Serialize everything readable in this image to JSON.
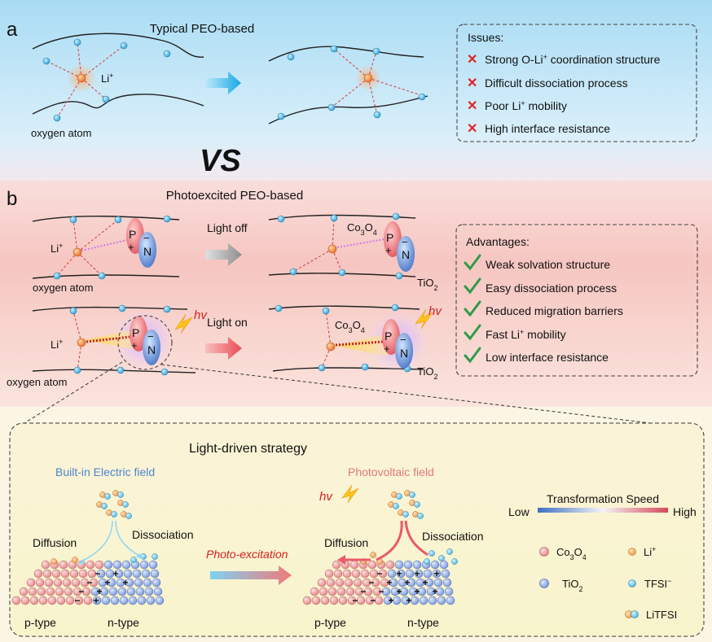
{
  "panel_a": {
    "letter": "a",
    "title": "Typical PEO-based",
    "li_label": "Li",
    "li_sup": "+",
    "oxygen_label": "oxygen atom",
    "issues": {
      "heading": "Issues:",
      "items": [
        {
          "pre": "Strong O-Li",
          "sup": "+",
          "post": " coordination structure"
        },
        {
          "pre": "Difficult dissociation process",
          "sup": "",
          "post": ""
        },
        {
          "pre": "Poor Li",
          "sup": "+",
          "post": " mobility"
        },
        {
          "pre": "High interface resistance",
          "sup": "",
          "post": ""
        }
      ]
    }
  },
  "vs_label": "VS",
  "panel_b": {
    "letter": "b",
    "title": "Photoexcited PEO-based",
    "li_label": "Li",
    "li_sup": "+",
    "oxygen_label": "oxygen atom",
    "light_off": "Light off",
    "light_on": "Light on",
    "hv": "hv",
    "co3o4": {
      "base": "Co",
      "sub1": "3",
      "mid": "O",
      "sub2": "4"
    },
    "tio2": {
      "base": "TiO",
      "sub": "2"
    },
    "p_label": "P",
    "n_label": "N",
    "plus": "+",
    "minus": "−",
    "advantages": {
      "heading": "Advantages:",
      "items": [
        {
          "pre": "Weak solvation structure",
          "sup": "",
          "post": ""
        },
        {
          "pre": "Easy dissociation process",
          "sup": "",
          "post": ""
        },
        {
          "pre": "Reduced migration barriers",
          "sup": "",
          "post": ""
        },
        {
          "pre": "Fast Li",
          "sup": "+",
          "post": " mobility"
        },
        {
          "pre": "Low interface resistance",
          "sup": "",
          "post": ""
        }
      ]
    }
  },
  "strategy": {
    "title": "Light-driven strategy",
    "left_title": "Built-in Electric field",
    "right_title": "Photovoltaic field",
    "diffusion": "Diffusion",
    "dissociation": "Dissociation",
    "photo_excitation": "Photo-excitation",
    "p_type": "p-type",
    "n_type": "n-type",
    "hv": "hv",
    "speed": {
      "title": "Transformation Speed",
      "low": "Low",
      "high": "High"
    },
    "legend": {
      "co3o4": {
        "base": "Co",
        "sub1": "3",
        "mid": "O",
        "sub2": "4"
      },
      "li": {
        "base": "Li",
        "sup": "+"
      },
      "tio2": {
        "base": "TiO",
        "sub": "2"
      },
      "tfsi": {
        "base": "TFSI",
        "sup": "−"
      },
      "litfsi": "LiTFSI"
    }
  },
  "colors": {
    "panel_a_bg": "#a9dcf4",
    "panel_b_bg": "#f6c6c1",
    "strategy_bg": "#f8f4cf",
    "li_orange": "#ee8a3c",
    "oxygen_blue": "#5ab4e2",
    "co3o4_red": "#e57373",
    "tio2_blue": "#6f8fd6",
    "cross_red": "#e02424",
    "check_green": "#2e9b4a"
  }
}
